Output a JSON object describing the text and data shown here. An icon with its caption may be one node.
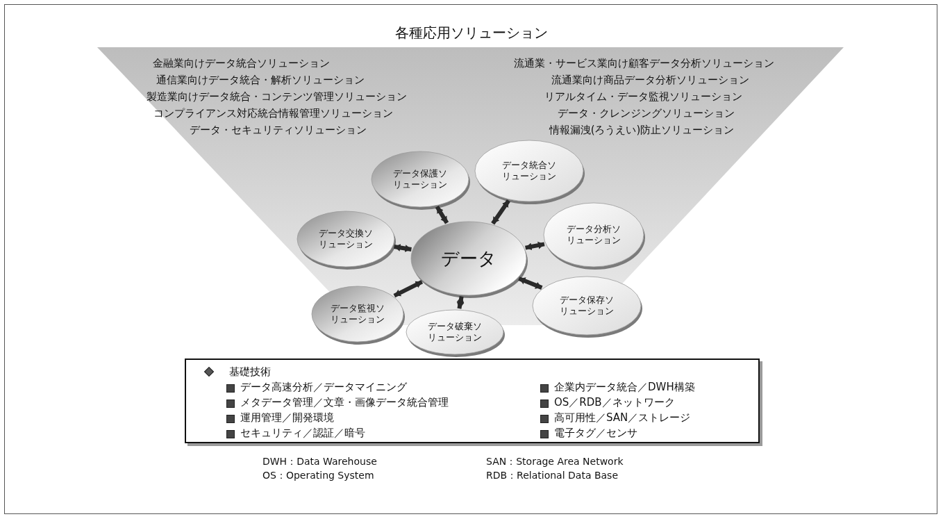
{
  "diagram": {
    "title": "各種応用ソリューション",
    "nodes": [
      {
        "text": [
          "データ"
        ]
      },
      {
        "text": [
          "データ保護ソリューション"
        ]
      },
      {
        "text": [
          "データ統合ソリューション"
        ]
      },
      {
        "text": [
          "データ交換ソリューション"
        ]
      },
      {
        "text": [
          "データ分析ソリューション"
        ]
      },
      {
        "text": [
          "データ保存ソリューション"
        ]
      },
      {
        "text": [
          "データ監視ソリューション"
        ]
      },
      {
        "text": [
          "データ破棄ソリューション"
        ]
      },
      {
        "text": [
          "基礎技術",
          "データ高速分析／データマイニング",
          "メタデータ管理／文章・画像データ統合管理",
          "運用管理／開発環境",
          "セキュリティ／認証／暗号",
          "企業内データ統合／DWH構築",
          "OS／RDB／ネットワーク",
          "高可用性／SAN／ストレージ",
          "電子タグ／センサ"
        ]
      }
    ],
    "edges": [
      {
        "from": 0,
        "to": 1,
        "arrow": "both"
      },
      {
        "from": 0,
        "to": 2,
        "arrow": "both"
      },
      {
        "from": 0,
        "to": 3,
        "arrow": "both"
      },
      {
        "from": 0,
        "to": 4,
        "arrow": "both"
      },
      {
        "from": 0,
        "to": 5,
        "arrow": "both"
      },
      {
        "from": 0,
        "to": 6,
        "arrow": "both"
      },
      {
        "from": 0,
        "to": 7,
        "arrow": "both"
      }
    ],
    "labels": [
      "金融業向けデータ統合ソリューション",
      "通信業向けデータ統合・解析ソリューション",
      "製造業向けデータ統合・コンテンツ管理ソリューション",
      "コンプライアンス対応統合情報管理ソリューション",
      "データ・セキュリティソリューション",
      "流通業・サービス業向け顧客データ分析ソリューション",
      "流通業向け商品データ分析ソリューション",
      "リアルタイム・データ監視ソリューション",
      "データ・クレンジングソリューション",
      "情報漏洩(ろうえい)防止ソリューション",
      "DWH：Data Warehouse",
      "SAN：Storage Area Network",
      "OS：Operating System",
      "RDB：Relational Data Base"
    ]
  }
}
